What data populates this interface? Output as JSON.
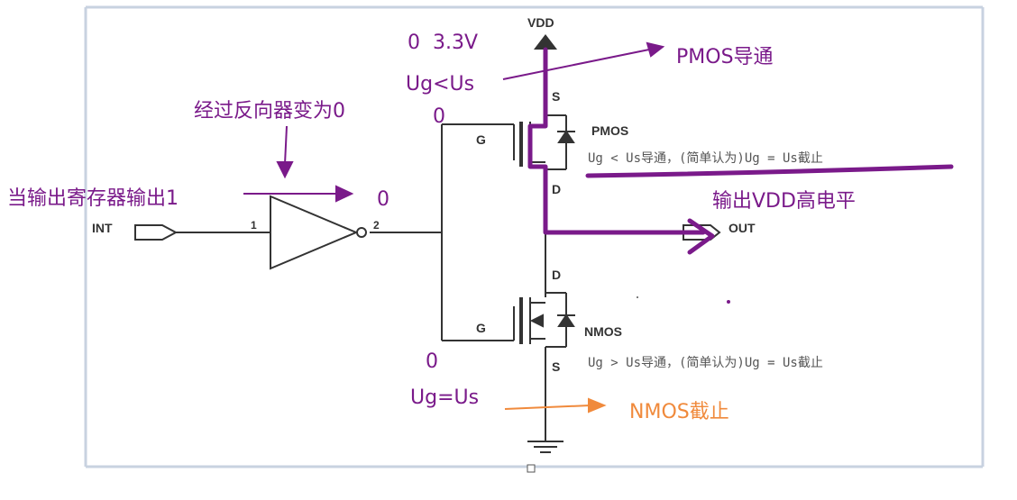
{
  "circuit": {
    "vdd_label": "VDD",
    "int_label": "INT",
    "out_label": "OUT",
    "pin1": "1",
    "pin2": "2",
    "pmos": {
      "name": "PMOS",
      "gate": "G",
      "source": "S",
      "drain": "D"
    },
    "nmos": {
      "name": "NMOS",
      "gate": "G",
      "source": "S",
      "drain": "D"
    },
    "pmos_note": "Ug < Us导通，(简单认为)Ug = Us截止",
    "nmos_note": "Ug > Us导通，(简单认为)Ug = Us截止"
  },
  "annotations": {
    "gate_top_levels": "0  3.3V",
    "ug_less_us": "Ug<Us",
    "pmos_on": "PMOS导通",
    "inverter_note": "经过反向器变为0",
    "gate_top_zero": "0",
    "register_output": "当输出寄存器输出1",
    "inverter_out_zero": "0",
    "output_vdd_high": "输出VDD高电平",
    "gate_bottom_zero": "0",
    "ug_equal_us": "Ug=Us",
    "nmos_off": "NMOS截止"
  },
  "colors": {
    "annotation": "#7a1a8a",
    "nmos_annotation": "#f08a3c",
    "wire": "#333333"
  }
}
